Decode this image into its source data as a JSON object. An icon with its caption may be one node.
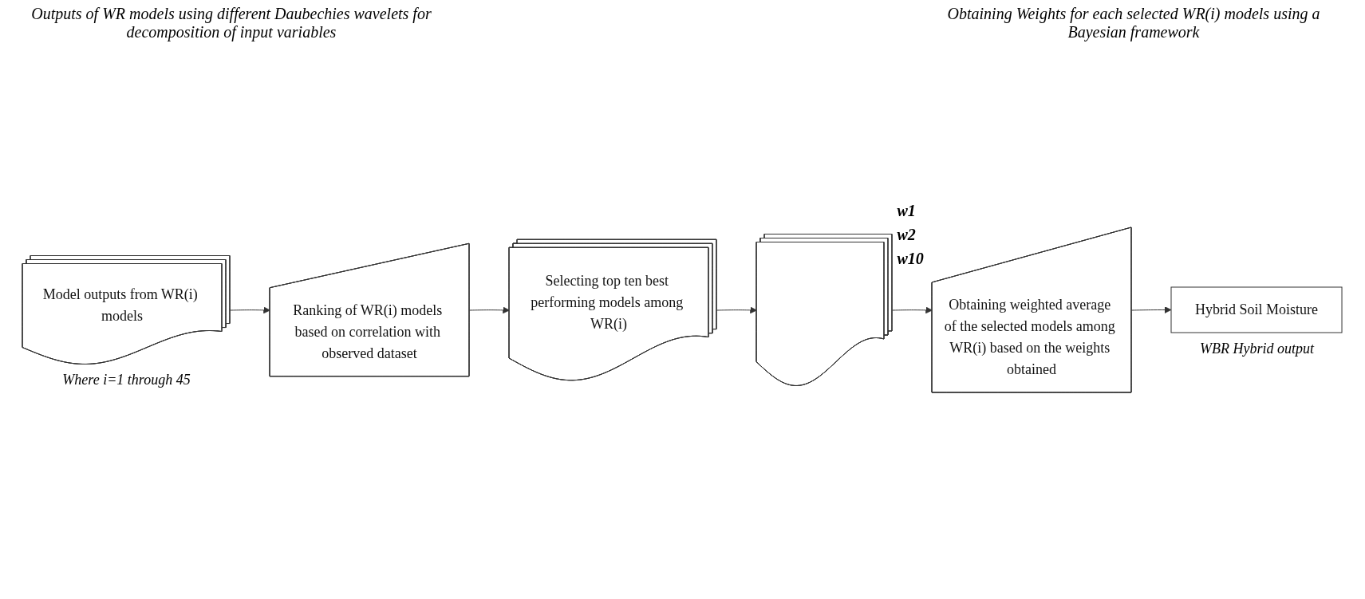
{
  "diagram": {
    "nodes": [
      {
        "text": [
          "Model outputs from WR(i) models"
        ],
        "beside": [
          "Where i=1 through 45"
        ]
      },
      {
        "text": [
          "Ranking of WR(i) models based on correlation with observed dataset"
        ]
      },
      {
        "text": [
          "Selecting top ten best performing models among WR(i)"
        ]
      },
      {
        "text": [],
        "shape": "picture",
        "beside": [
          "w1",
          "w2",
          "w10"
        ]
      },
      {
        "text": [
          "Obtaining weighted average of the selected models among WR(i) based on the weights obtained"
        ]
      },
      {
        "text": [
          "Hybrid Soil Moisture"
        ],
        "beside": [
          "WBR Hybrid output"
        ]
      }
    ],
    "edges": [
      {
        "from": 0,
        "to": 1,
        "arrow": "to"
      },
      {
        "from": 1,
        "to": 2,
        "arrow": "to"
      },
      {
        "from": 2,
        "to": 3,
        "arrow": "to"
      },
      {
        "from": 3,
        "to": 4,
        "arrow": "to"
      },
      {
        "from": 4,
        "to": 5,
        "arrow": "to"
      }
    ],
    "labels": [
      "Outputs of WR models using different Daubechies wavelets for decomposition of input variables",
      "Obtaining Weights for each selected WR(i) models using a Bayesian framework"
    ]
  }
}
